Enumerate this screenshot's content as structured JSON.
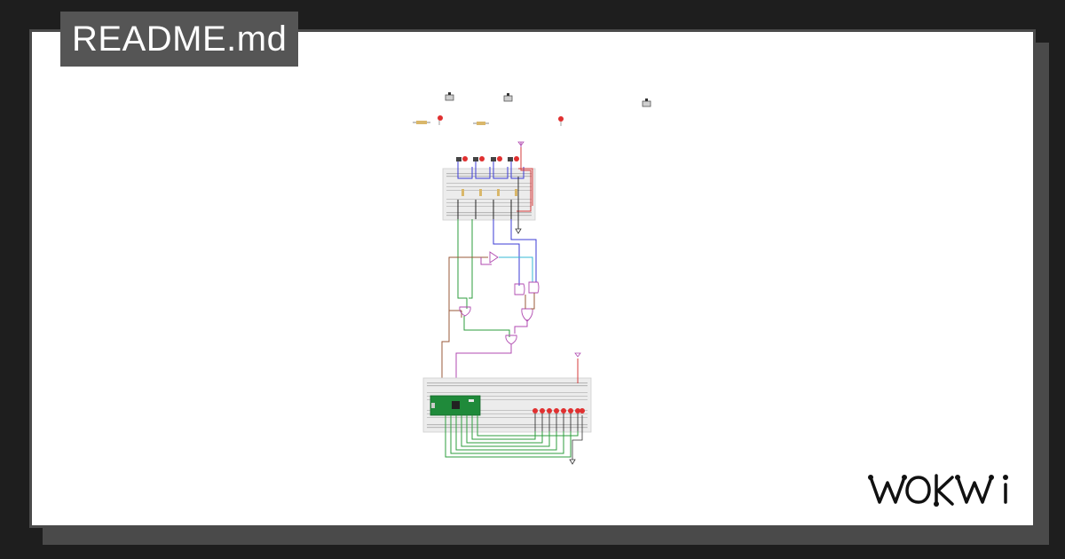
{
  "header": {
    "title": "README.md"
  },
  "brand": {
    "logo_text": "WOKWI"
  },
  "colors": {
    "background": "#1e1e1e",
    "frame": "#4a4a4a",
    "card": "#ffffff",
    "tab": "#555555",
    "wire_green": "#2e9e3e",
    "wire_blue": "#3b3bd6",
    "wire_red": "#d63b3b",
    "wire_brown": "#9a5a3a",
    "wire_purple": "#b04ab0",
    "wire_cyan": "#36b8d6",
    "led": "#e03030",
    "pico_board": "#1f8a3a"
  },
  "diagram": {
    "components": [
      "slide-switch",
      "slide-switch",
      "slide-switch",
      "resistor",
      "led",
      "resistor",
      "led",
      "breadboard",
      "breadboard",
      "raspberry-pi-pico",
      "logic-gates",
      "led-row"
    ]
  }
}
